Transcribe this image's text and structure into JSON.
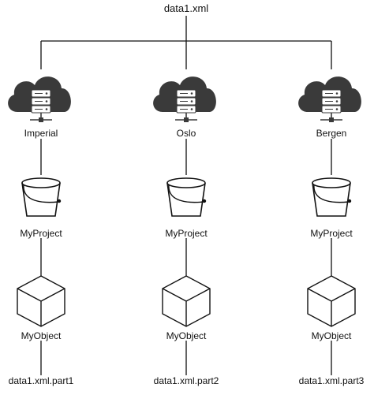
{
  "root_file": "data1.xml",
  "columns": [
    {
      "site": "Imperial",
      "project": "MyProject",
      "object": "MyObject",
      "part": "data1.xml.part1"
    },
    {
      "site": "Oslo",
      "project": "MyProject",
      "object": "MyObject",
      "part": "data1.xml.part2"
    },
    {
      "site": "Bergen",
      "project": "MyProject",
      "object": "MyObject",
      "part": "data1.xml.part3"
    }
  ],
  "icons": {
    "site": "cloud-server-icon",
    "project": "bucket-icon",
    "object": "cube-icon"
  },
  "colors": {
    "cloud": "#3a3a3a",
    "server": "#ffffff",
    "line": "#111111"
  }
}
